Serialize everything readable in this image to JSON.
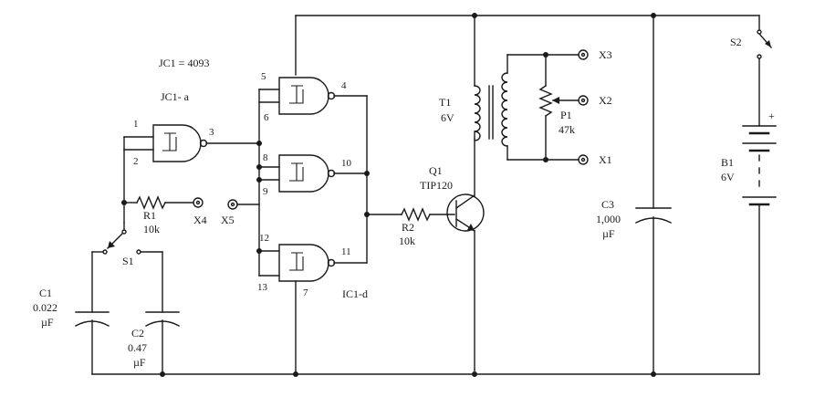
{
  "ic": {
    "title": "JC1 = 4093",
    "gate_a": "JC1- a",
    "gate_d": "IC1-d"
  },
  "pins": {
    "p1": "1",
    "p2": "2",
    "p3": "3",
    "p4": "4",
    "p5": "5",
    "p6": "6",
    "p7": "7",
    "p8": "8",
    "p9": "9",
    "p10": "10",
    "p11": "11",
    "p12": "12",
    "p13": "13"
  },
  "r1": {
    "name": "R1",
    "value": "10k"
  },
  "r2": {
    "name": "R2",
    "value": "10k"
  },
  "c1": {
    "name": "C1",
    "value": "0.022",
    "unit": "µF"
  },
  "c2": {
    "name": "C2",
    "value": "0.47",
    "unit": "µF"
  },
  "c3": {
    "name": "C3",
    "value": "1,000",
    "unit": "µF"
  },
  "s1": {
    "name": "S1"
  },
  "s2": {
    "name": "S2"
  },
  "q1": {
    "name": "Q1",
    "part": "TIP120"
  },
  "t1": {
    "name": "T1",
    "value": "6V"
  },
  "p1": {
    "name": "P1",
    "value": "47k"
  },
  "b1": {
    "name": "B1",
    "value": "6V",
    "plus": "+"
  },
  "terminals": {
    "x1": "X1",
    "x2": "X2",
    "x3": "X3",
    "x4": "X4",
    "x5": "X5"
  }
}
